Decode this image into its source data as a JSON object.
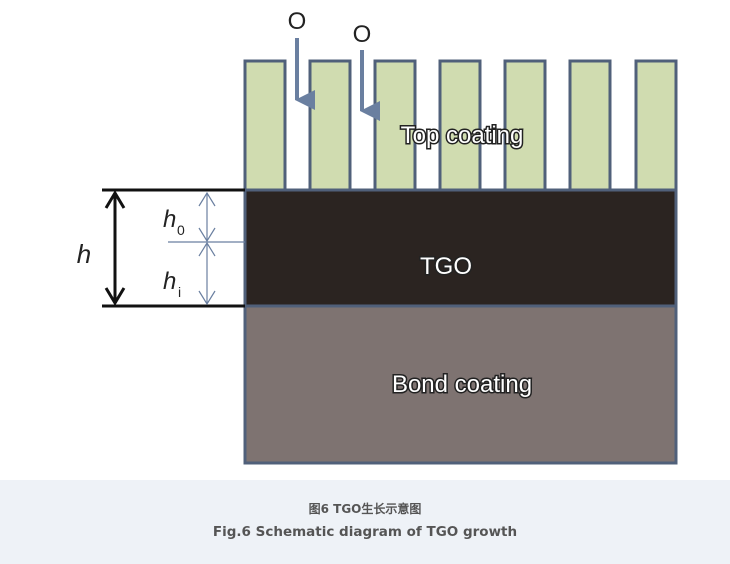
{
  "layers": {
    "top_coating": "Top coating",
    "tgo": "TGO",
    "bond_coating": "Bond coating"
  },
  "oxygen_labels": [
    "O",
    "O"
  ],
  "dimensions": {
    "total": "h",
    "outer_symbol": "h",
    "outer_subscript": "0",
    "inner_symbol": "h",
    "inner_subscript": "i"
  },
  "colors": {
    "column_fill": "#d0dcb0",
    "outline": "#50607a",
    "tgo_fill": "#2b2421",
    "bond_fill": "#7e7371",
    "arrow": "#6a7fa0",
    "caption_bg": "#eef2f7"
  },
  "caption": {
    "zh": "图6 TGO生长示意图",
    "en": "Fig.6 Schematic diagram of TGO growth"
  }
}
